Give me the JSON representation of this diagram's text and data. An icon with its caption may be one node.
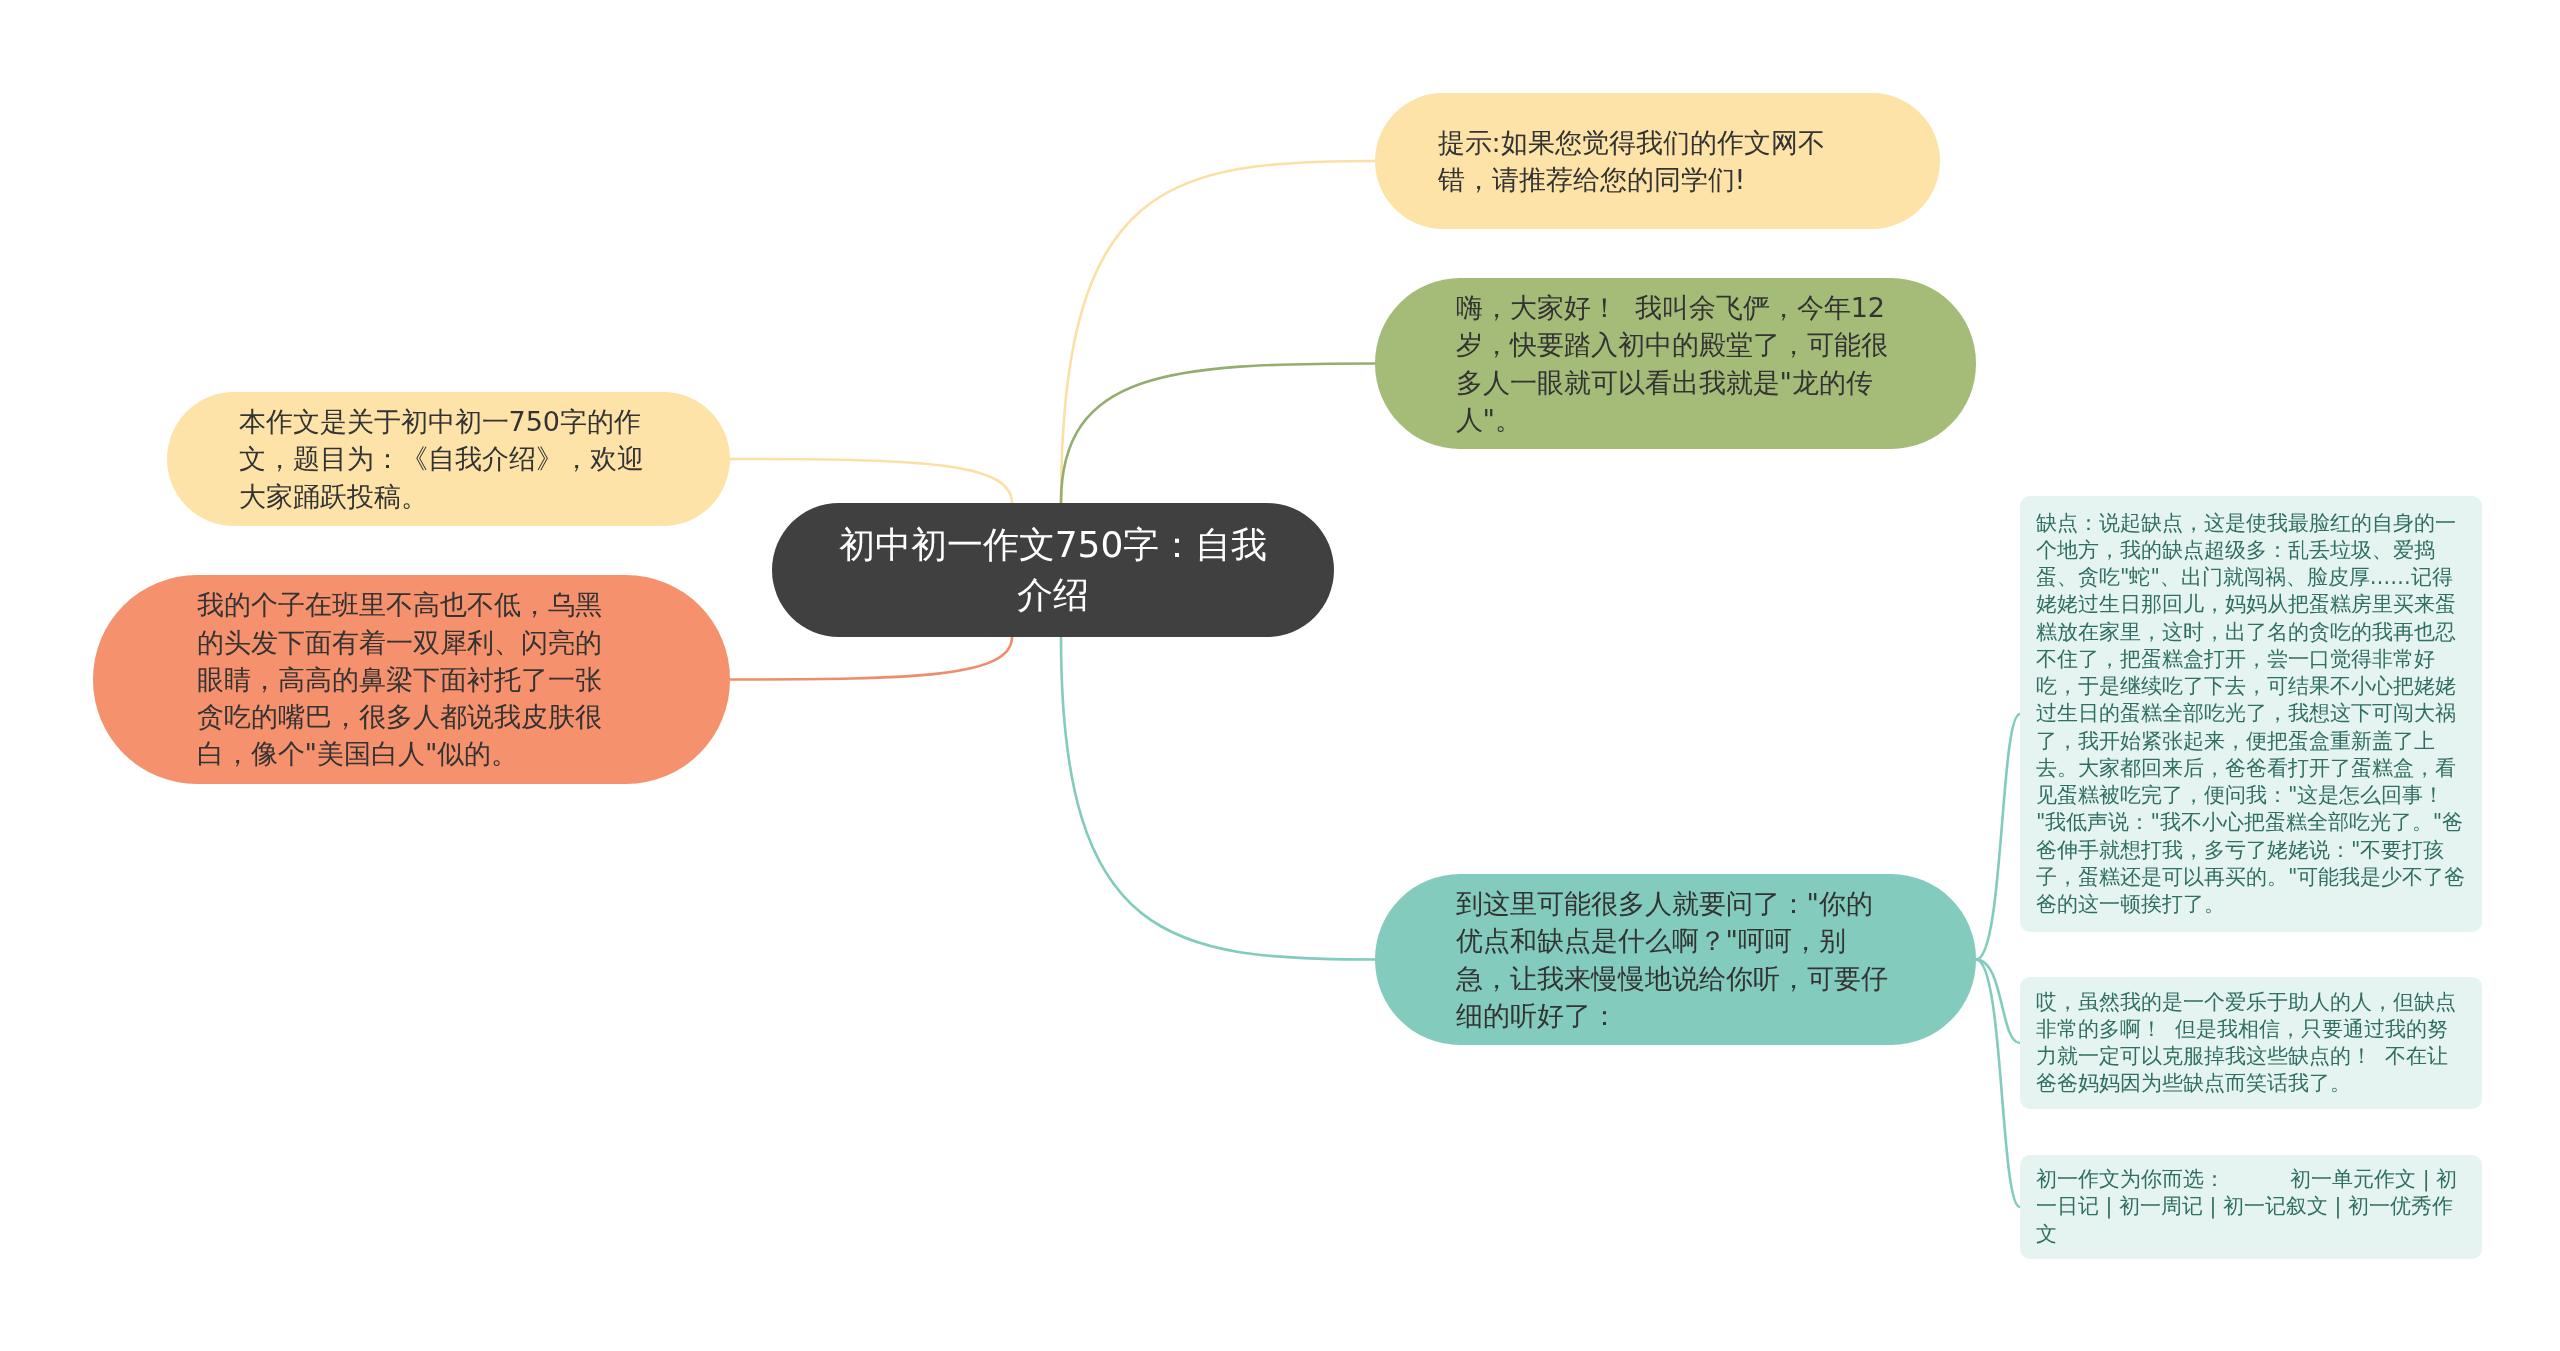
{
  "diagram": {
    "nodes": [
      {
        "text": [
          "初中初一作文750字：自我介绍"
        ]
      },
      {
        "text": [
          "提示:如果您觉得我们的作文网不错，请推荐给您的同学们!"
        ]
      },
      {
        "text": [
          "嗨，大家好！  我叫余飞俨，今年12岁，快要踏入初中的殿堂了，可能很多人一眼就可以看出我就是\"龙的传人\"。"
        ]
      },
      {
        "text": [
          "到这里可能很多人就要问了：\"你的优点和缺点是什么啊？\"呵呵，别急，让我来慢慢地说给你听，可要仔细的听好了："
        ]
      },
      {
        "text": [
          "缺点：说起缺点，这是使我最脸红的自身的一个地方，我的缺点超级多：乱丢垃圾、爱捣蛋、贪吃\"蛇\"、出门就闯祸、脸皮厚……记得姥姥过生日那回儿，妈妈从把蛋糕房里买来蛋糕放在家里，这时，出了名的贪吃的我再也忍不住了，把蛋糕盒打开，尝一口觉得非常好吃，于是继续吃了下去，可结果不小心把姥姥过生日的蛋糕全部吃光了，我想这下可闯大祸了，我开始紧张起来，便把蛋盒重新盖了上去。大家都回来后，爸爸看打开了蛋糕盒，看见蛋糕被吃完了，便问我：\"这是怎么回事！ \"我低声说：\"我不小心把蛋糕全部吃光了。\"爸爸伸手就想打我，多亏了姥姥说：\"不要打孩子，蛋糕还是可以再买的。\"可能我是少不了爸爸的这一顿挨打了。"
        ]
      },
      {
        "text": [
          "哎，虽然我的是一个爱乐于助人的人，但缺点非常的多啊！  但是我相信，只要通过我的努力就一定可以克服掉我这些缺点的！  不在让爸爸妈妈因为些缺点而笑话我了。"
        ]
      },
      {
        "text": [
          "初一作文为你而选：          初一单元作文 | 初一日记 | 初一周记 | 初一记叙文 | 初一优秀作文"
        ]
      },
      {
        "text": [
          "本作文是关于初中初一750字的作文，题目为：《自我介绍》，欢迎大家踊跃投稿。"
        ]
      },
      {
        "text": [
          "我的个子在班里不高也不低，乌黑的头发下面有着一双犀利、闪亮的眼睛，高高的鼻梁下面衬托了一张贪吃的嘴巴，很多人都说我皮肤很白，像个\"美国白人\"似的。"
        ]
      }
    ],
    "edges": [
      {
        "from": 0,
        "to": 1,
        "arrow": "none",
        "color": "#fbe0a6"
      },
      {
        "from": 0,
        "to": 2,
        "arrow": "none",
        "color": "#94ae70"
      },
      {
        "from": 0,
        "to": 3,
        "arrow": "none"
      },
      {
        "from": 3,
        "to": 4,
        "arrow": "none"
      },
      {
        "from": 3,
        "to": 5,
        "arrow": "none"
      },
      {
        "from": 3,
        "to": 6,
        "arrow": "none"
      },
      {
        "from": 0,
        "to": 7,
        "arrow": "none",
        "color": "#fbe0a6"
      },
      {
        "from": 0,
        "to": 8,
        "arrow": "none",
        "color": "#ef8c6c"
      }
    ]
  }
}
